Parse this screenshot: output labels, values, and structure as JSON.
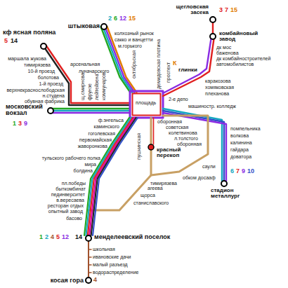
{
  "diagram": {
    "labels": [
      "щегловская засека",
      "3",
      "7",
      "15",
      "комбайновый завод",
      "дк мос",
      "баженова",
      "дк комбайностроителей",
      "автомобилистов",
      "штыковая",
      "2",
      "6",
      "12",
      "15",
      "кф ясная поляна",
      "5",
      "14",
      "колхозный рынок",
      "сакко и ванцетти",
      "м.горького",
      "арсенальная",
      "луначарского",
      "коммунаров",
      "щ.смирнова",
      "фрунзе",
      "лейтейзена",
      "октябрьская",
      "демидовская плотина",
      "проспект",
      "площадь",
      "К",
      "глинки",
      "каракозова",
      "хомяковская",
      "плеханова",
      "2-е депо",
      "машиностр. колледж",
      "помпельника",
      "волкова",
      "калинина",
      "гайдара",
      "доватора",
      "6",
      "7",
      "9",
      "10",
      "стадион металлург",
      "московский вокзал",
      "1",
      "3",
      "9",
      "маршала жукова",
      "тимирязева",
      "10-й проезд",
      "болотова",
      "1-й проезд",
      "верхнекраснослободская",
      "н.студена",
      "обувная фабрика",
      "ф.энгельса",
      "каминского",
      "гоголевская",
      "первомайская",
      "жаворонкова",
      "тульского рабочего полка",
      "мира",
      "болдина",
      "пл.победы",
      "быткомбинат",
      "пединверситет",
      "в.вересаева",
      "ресторан отдых",
      "опытный завод",
      "басово",
      "пушкинская",
      "оборонная",
      "советская",
      "колетвинова",
      "л.толстого",
      "оборонная",
      "красный перекоп",
      "обком досааф",
      "саули",
      "тимирязева",
      "агеева",
      "щорса",
      "станиславского",
      "менделеевский поселок",
      "1",
      "2",
      "4",
      "5",
      "12",
      "14",
      "школьная",
      "ивановские дачи",
      "малый разъезд",
      "водораспределение",
      "косая гора",
      "4"
    ]
  }
}
